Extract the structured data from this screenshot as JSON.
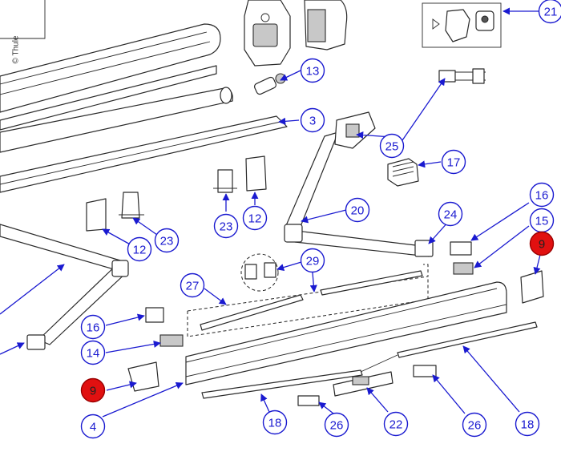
{
  "copyright": "© Thule",
  "callouts": [
    {
      "label": "13",
      "highlight": false
    },
    {
      "label": "3",
      "highlight": false
    },
    {
      "label": "21",
      "highlight": false
    },
    {
      "label": "25",
      "highlight": false
    },
    {
      "label": "17",
      "highlight": false
    },
    {
      "label": "23",
      "highlight": false
    },
    {
      "label": "12",
      "highlight": false
    },
    {
      "label": "12",
      "highlight": false
    },
    {
      "label": "23",
      "highlight": false
    },
    {
      "label": "20",
      "highlight": false
    },
    {
      "label": "24",
      "highlight": false
    },
    {
      "label": "16",
      "highlight": false
    },
    {
      "label": "15",
      "highlight": false
    },
    {
      "label": "9",
      "highlight": true
    },
    {
      "label": "29",
      "highlight": false
    },
    {
      "label": "27",
      "highlight": false
    },
    {
      "label": "16",
      "highlight": false
    },
    {
      "label": "14",
      "highlight": false
    },
    {
      "label": "9",
      "highlight": true
    },
    {
      "label": "4",
      "highlight": false
    },
    {
      "label": "18",
      "highlight": false
    },
    {
      "label": "26",
      "highlight": false
    },
    {
      "label": "22",
      "highlight": false
    },
    {
      "label": "26",
      "highlight": false
    },
    {
      "label": "18",
      "highlight": false
    }
  ],
  "colors": {
    "leader": "#1a1ad0",
    "highlight": "#e11010"
  }
}
